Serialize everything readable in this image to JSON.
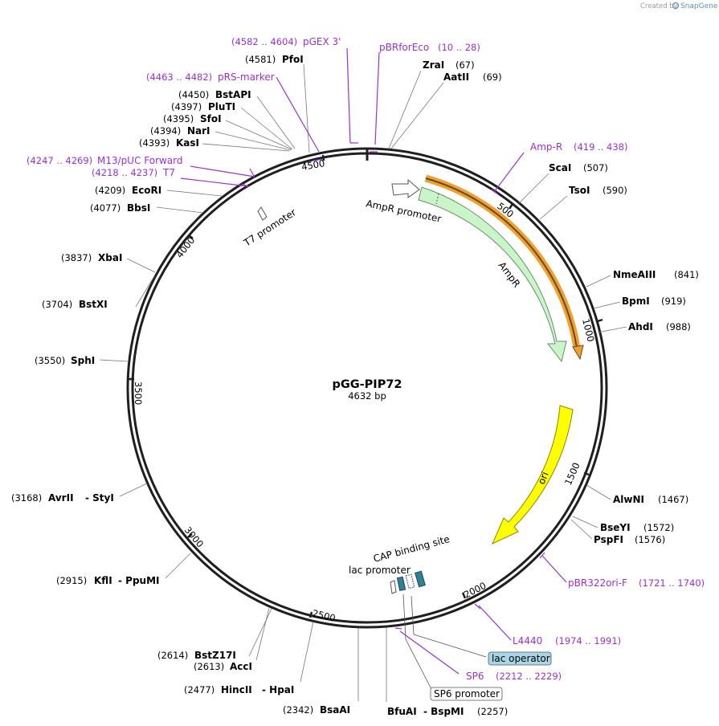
{
  "brand": {
    "created_by": "Created by",
    "name": "SnapGene"
  },
  "plasmid": {
    "name": "pGG-PIP72",
    "length": "4632 bp"
  },
  "scale_ticks": [
    "500",
    "1000",
    "1500",
    "2000",
    "2500",
    "3000",
    "3500",
    "4000",
    "4500"
  ],
  "features": {
    "ampr_promoter": "AmpR promoter",
    "ampr": "AmpR",
    "ori": "ori",
    "t7_promoter": "T7 promoter",
    "cap_binding_site": "CAP binding site",
    "lac_promoter": "lac promoter",
    "lac_operator": "lac operator",
    "sp6_promoter": "SP6 promoter"
  },
  "enzymes": {
    "zrai": {
      "name": "ZraI",
      "pos": "(67)"
    },
    "aatii": {
      "name": "AatII",
      "pos": "(69)"
    },
    "scai": {
      "name": "ScaI",
      "pos": "(507)"
    },
    "tsoi": {
      "name": "TsoI",
      "pos": "(590)"
    },
    "nmeaiii": {
      "name": "NmeAIII",
      "pos": "(841)"
    },
    "bpmi": {
      "name": "BpmI",
      "pos": "(919)"
    },
    "ahdi": {
      "name": "AhdI",
      "pos": "(988)"
    },
    "alwni": {
      "name": "AlwNI",
      "pos": "(1467)"
    },
    "bseyi": {
      "name": "BseYI",
      "pos": "(1572)"
    },
    "pspfi": {
      "name": "PspFI",
      "pos": "(1576)"
    },
    "bfuai": {
      "name": "BfuAI",
      "name2": "- BspMI",
      "pos": "(2257)"
    },
    "bsaai": {
      "name": "BsaAI",
      "pos": "(2342)"
    },
    "hincii": {
      "name": "HincII",
      "name2": "- HpaI",
      "pos": "(2477)"
    },
    "acci": {
      "name": "AccI",
      "pos": "(2613)"
    },
    "bstz17i": {
      "name": "BstZ17I",
      "pos": "(2614)"
    },
    "kfli": {
      "name": "KflI",
      "name2": "- PpuMI",
      "pos": "(2915)"
    },
    "avrii": {
      "name": "AvrII",
      "name2": "- StyI",
      "pos": "(3168)"
    },
    "sphi": {
      "name": "SphI",
      "pos": "(3550)"
    },
    "bstxi": {
      "name": "BstXI",
      "pos": "(3704)"
    },
    "xbai": {
      "name": "XbaI",
      "pos": "(3837)"
    },
    "bbsi": {
      "name": "BbsI",
      "pos": "(4077)"
    },
    "ecori": {
      "name": "EcoRI",
      "pos": "(4209)"
    },
    "kasi": {
      "name": "KasI",
      "pos": "(4393)"
    },
    "nari": {
      "name": "NarI",
      "pos": "(4394)"
    },
    "sfoi": {
      "name": "SfoI",
      "pos": "(4395)"
    },
    "pluti": {
      "name": "PluTI",
      "pos": "(4397)"
    },
    "bstapi": {
      "name": "BstAPI",
      "pos": "(4450)"
    },
    "pfoi": {
      "name": "PfoI",
      "pos": "(4581)"
    }
  },
  "primers": {
    "pgex3": {
      "name": "pGEX 3'",
      "range": "(4582 .. 4604)"
    },
    "pbrforeco": {
      "name": "pBRforEco",
      "range": "(10 .. 28)"
    },
    "prs_marker": {
      "name": "pRS-marker",
      "range": "(4463 .. 4482)"
    },
    "ampr_primer": {
      "name": "Amp-R",
      "range": "(419 .. 438)"
    },
    "m13": {
      "name": "M13/pUC Forward",
      "range": "(4247 .. 4269)"
    },
    "t7": {
      "name": "T7",
      "range": "(4218 .. 4237)"
    },
    "pbr322ori": {
      "name": "pBR322ori-F",
      "range": "(1721 .. 1740)"
    },
    "l4440": {
      "name": "L4440",
      "range": "(1974 .. 1991)"
    },
    "sp6": {
      "name": "SP6",
      "range": "(2212 .. 2229)"
    }
  },
  "colors": {
    "backbone": "#1f1f1f",
    "primer": "#9b2fd6",
    "ampr_fill": "#c9f5c9",
    "ori_fill": "#ffff00",
    "orange_strand": "#f0a030",
    "operator_fill": "#8ec7dc",
    "cap_fill": "#2f7f95"
  }
}
